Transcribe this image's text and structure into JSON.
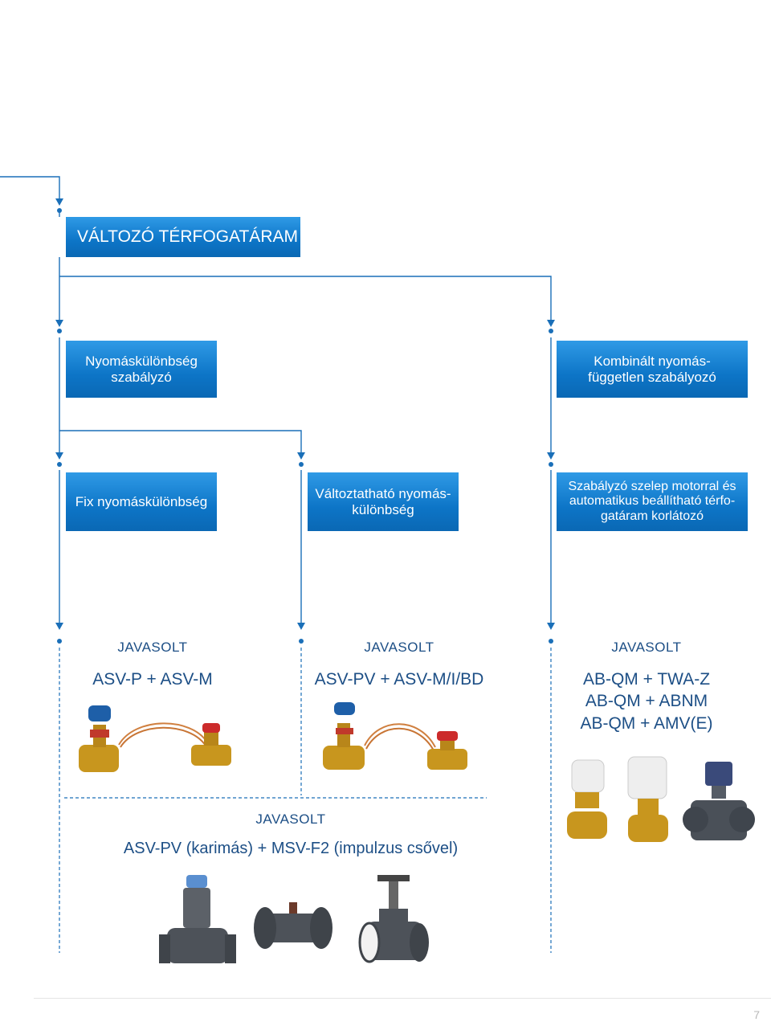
{
  "diagram": {
    "title": "VÁLTOZÓ TÉRFOGATÁRAM",
    "level1": {
      "left": "Nyomáskülönbség\nszabályzó",
      "right": "Kombinált nyomás-\nfüggetlen szabályozó"
    },
    "level2": {
      "fix": "Fix nyomáskülönbség",
      "variable": "Változtatható nyomás-\nkülönbség",
      "motorized": "Szabályzó szelep motorral és\nautomatikus beállítható térfo-\ngatáram korlátozó"
    },
    "recommendations": [
      {
        "label": "JAVASOLT",
        "products": "ASV-P + ASV-M"
      },
      {
        "label": "JAVASOLT",
        "products": "ASV-PV + ASV-M/I/BD"
      },
      {
        "label": "JAVASOLT",
        "products": "AB-QM + TWA-Z\nAB-QM + ABNM\nAB-QM + AMV(E)"
      },
      {
        "label": "JAVASOLT",
        "products": "ASV-PV (karimás) + MSV-F2 (impulzus csővel)"
      }
    ],
    "colors": {
      "box": "#0d75c7",
      "line": "#1a6fb8",
      "text": "#1d4f86"
    }
  },
  "page": {
    "number": "7"
  }
}
